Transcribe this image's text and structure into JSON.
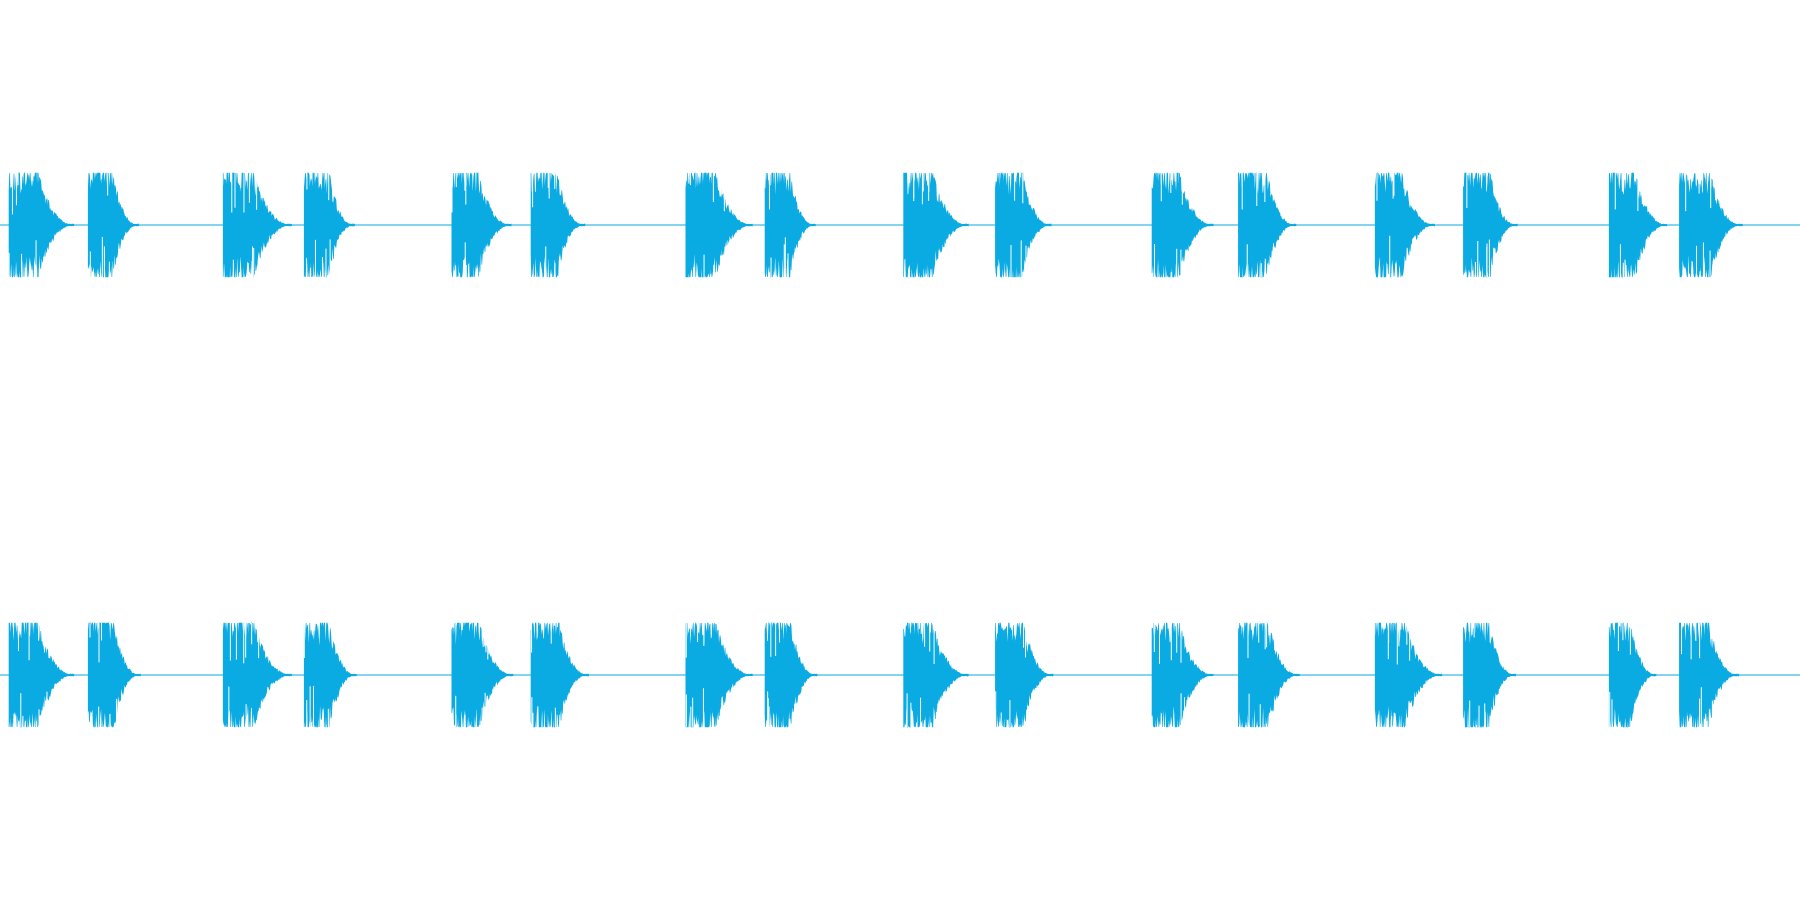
{
  "waveform": {
    "color": "#0aaae2",
    "background": "#ffffff",
    "channels": [
      {
        "name": "left",
        "bursts": [
          {
            "start": 0.005,
            "end": 0.041,
            "peak": 1.0,
            "kind": "a"
          },
          {
            "start": 0.049,
            "end": 0.077,
            "peak": 1.0,
            "kind": "b"
          },
          {
            "start": 0.124,
            "end": 0.162,
            "peak": 1.0,
            "kind": "a"
          },
          {
            "start": 0.169,
            "end": 0.197,
            "peak": 1.0,
            "kind": "b"
          },
          {
            "start": 0.251,
            "end": 0.284,
            "peak": 1.0,
            "kind": "a"
          },
          {
            "start": 0.295,
            "end": 0.325,
            "peak": 1.0,
            "kind": "b"
          },
          {
            "start": 0.381,
            "end": 0.418,
            "peak": 1.0,
            "kind": "a"
          },
          {
            "start": 0.425,
            "end": 0.453,
            "peak": 1.0,
            "kind": "b"
          },
          {
            "start": 0.502,
            "end": 0.538,
            "peak": 1.0,
            "kind": "a"
          },
          {
            "start": 0.553,
            "end": 0.584,
            "peak": 1.0,
            "kind": "b"
          },
          {
            "start": 0.64,
            "end": 0.674,
            "peak": 1.0,
            "kind": "a"
          },
          {
            "start": 0.688,
            "end": 0.72,
            "peak": 1.0,
            "kind": "b"
          },
          {
            "start": 0.764,
            "end": 0.797,
            "peak": 1.0,
            "kind": "a"
          },
          {
            "start": 0.813,
            "end": 0.843,
            "peak": 1.0,
            "kind": "b"
          },
          {
            "start": 0.894,
            "end": 0.926,
            "peak": 1.0,
            "kind": "a"
          },
          {
            "start": 0.933,
            "end": 0.968,
            "peak": 1.0,
            "kind": "b"
          }
        ]
      },
      {
        "name": "right",
        "bursts": [
          {
            "start": 0.005,
            "end": 0.041,
            "peak": 1.0,
            "kind": "a"
          },
          {
            "start": 0.049,
            "end": 0.078,
            "peak": 1.0,
            "kind": "b"
          },
          {
            "start": 0.124,
            "end": 0.162,
            "peak": 1.0,
            "kind": "a"
          },
          {
            "start": 0.169,
            "end": 0.198,
            "peak": 1.0,
            "kind": "b"
          },
          {
            "start": 0.251,
            "end": 0.285,
            "peak": 1.0,
            "kind": "a"
          },
          {
            "start": 0.295,
            "end": 0.327,
            "peak": 1.0,
            "kind": "b"
          },
          {
            "start": 0.381,
            "end": 0.418,
            "peak": 1.0,
            "kind": "a"
          },
          {
            "start": 0.425,
            "end": 0.454,
            "peak": 1.0,
            "kind": "b"
          },
          {
            "start": 0.502,
            "end": 0.538,
            "peak": 1.0,
            "kind": "a"
          },
          {
            "start": 0.553,
            "end": 0.585,
            "peak": 1.0,
            "kind": "b"
          },
          {
            "start": 0.64,
            "end": 0.674,
            "peak": 1.0,
            "kind": "a"
          },
          {
            "start": 0.688,
            "end": 0.722,
            "peak": 1.0,
            "kind": "b"
          },
          {
            "start": 0.764,
            "end": 0.801,
            "peak": 1.0,
            "kind": "a"
          },
          {
            "start": 0.813,
            "end": 0.842,
            "peak": 1.0,
            "kind": "b"
          },
          {
            "start": 0.894,
            "end": 0.92,
            "peak": 1.0,
            "kind": "a"
          },
          {
            "start": 0.933,
            "end": 0.966,
            "peak": 1.0,
            "kind": "b"
          }
        ]
      }
    ]
  }
}
